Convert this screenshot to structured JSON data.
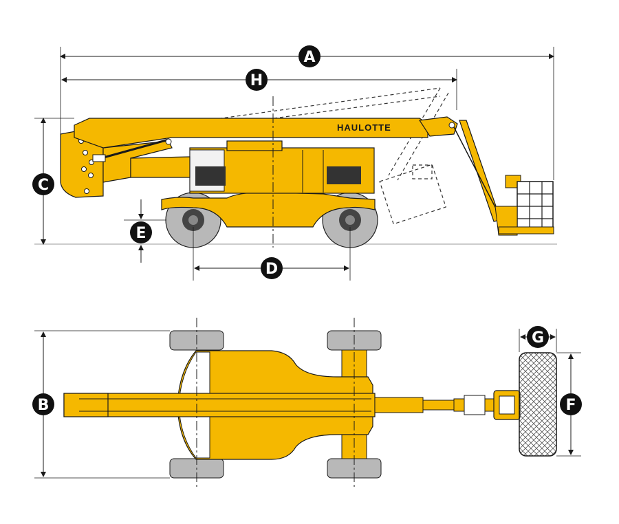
{
  "brand": {
    "name": "HAULOTTE"
  },
  "dimension_labels": {
    "a": "A",
    "b": "B",
    "c": "C",
    "d": "D",
    "e": "E",
    "f": "F",
    "g": "G",
    "h": "H"
  },
  "colors": {
    "machine_yellow": "#f5b800",
    "tire_gray": "#b8b8b8",
    "line_dark": "#1a1a1a",
    "label_circle": "#111111"
  }
}
